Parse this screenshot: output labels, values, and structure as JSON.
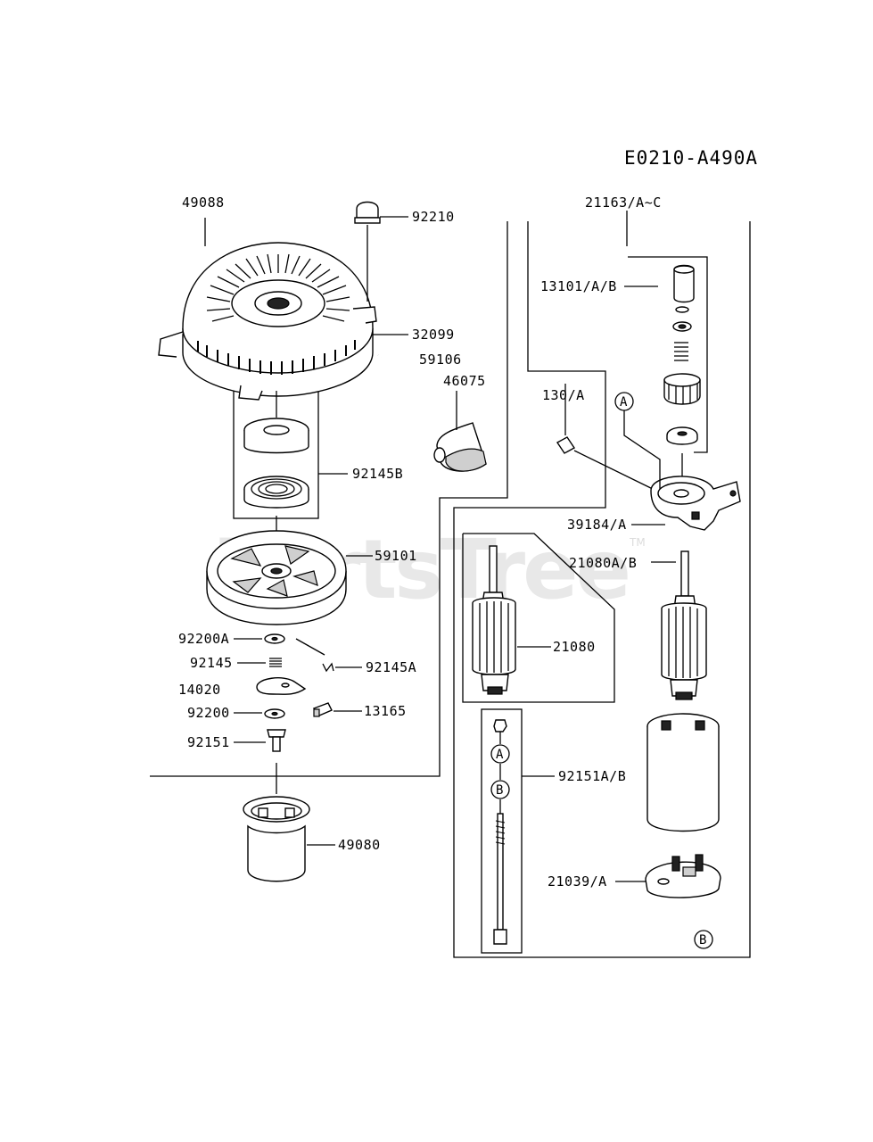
{
  "diagram_code": "E0210-A490A",
  "watermark": {
    "text": "PartsTree",
    "tm": "TM"
  },
  "callouts": {
    "c49088": "49088",
    "c92210": "92210",
    "c32099": "32099",
    "c59106": "59106",
    "c46075": "46075",
    "c92145B": "92145B",
    "c59101": "59101",
    "c92200A": "92200A",
    "c92145": "92145",
    "c92145A": "92145A",
    "c14020": "14020",
    "c92200": "92200",
    "c13165": "13165",
    "c92151": "92151",
    "c49080": "49080",
    "c21163": "21163/A~C",
    "c13101": "13101/A/B",
    "c130": "130/A",
    "c39184": "39184/A",
    "c21080AB": "21080A/B",
    "c21080": "21080",
    "c92151AB": "92151A/B",
    "c21039": "21039/A"
  },
  "markers": {
    "a": "A",
    "b": "B"
  }
}
